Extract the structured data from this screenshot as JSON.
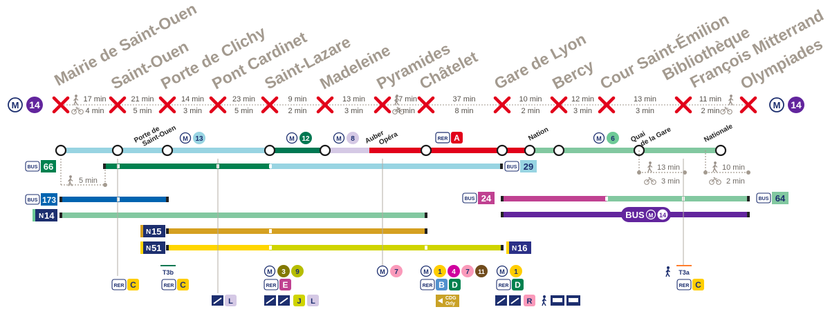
{
  "line": {
    "number": "14",
    "metro_letter": "M",
    "color": "#62259d",
    "closure_mark_color": "#e2001a"
  },
  "stations": [
    "Mairie de Saint-Ouen",
    "Saint-Ouen",
    "Porte de Clichy",
    "Pont Cardinet",
    "Saint-Lazare",
    "Madeleine",
    "Pyramides",
    "Châtelet",
    "Gare de Lyon",
    "Bercy",
    "Cour Saint-Émilion",
    "Bibliothèque François Mitterrand",
    "Olympiades"
  ],
  "travel_times": {
    "top": [
      "17 min",
      "21 min",
      "14 min",
      "23 min",
      "9 min",
      "13 min",
      "17 min",
      "37 min",
      "10 min",
      "12 min",
      "13 min",
      "11 min"
    ],
    "bottom": [
      "4 min",
      "5 min",
      "3 min",
      "5 min",
      "2 min",
      "3 min",
      "4 min",
      "8 min",
      "2 min",
      "3 min",
      "3 min",
      "2 min"
    ]
  },
  "connection_stations": {
    "porte_saint_ouen": "Porte de Saint-Ouen",
    "auber": "Auber",
    "opera": "Opéra",
    "nation": "Nation",
    "quai_gare": "Quai de la Gare",
    "nationale": "Nationale"
  },
  "connection_badges": {
    "m13": "13",
    "m12": "12",
    "m8": "8",
    "rer_a": "A",
    "m6": "6"
  },
  "walk_segments": {
    "left": "5 min",
    "quai_walk": "13 min",
    "quai_bike": "3 min",
    "nationale_walk": "10 min",
    "nationale_bike": "2 min"
  },
  "bus_routes": {
    "bus66": "66",
    "bus29": "29",
    "bus173": "173",
    "bus24": "24",
    "bus64": "64",
    "n14": "14",
    "n15": "15",
    "n51": "51",
    "n16": "16",
    "replacement_label": "BUS"
  },
  "bottom_connections": {
    "m7": "7",
    "m3": "3",
    "m9": "9",
    "m1_chatelet": "1",
    "m4": "4",
    "m7_chatelet": "7",
    "m11": "11",
    "m1_gdl": "1",
    "t3b": "T3b",
    "t3a": "T3a",
    "rer_c": "C",
    "rer_e": "E",
    "rer_b": "B",
    "rer_d": "D",
    "transilien_l": "L",
    "transilien_j": "J",
    "transilien_r": "R",
    "cdg": "CDG",
    "orly": "Orly"
  },
  "icon_labels": {
    "bus": "BUS",
    "rer": "RER",
    "n": "N"
  },
  "colors": {
    "station_text": "#a39a8f",
    "line1": "#ffcd00",
    "line3": "#837902",
    "line4": "#cf009e",
    "line6": "#6eca97",
    "line7": "#fa9aba",
    "line8": "#d5c9e5",
    "line9": "#b6bd00",
    "line11": "#704b1c",
    "line12": "#007852",
    "line13": "#98d4e2",
    "rer_a": "#e2001a",
    "rer_b": "#5291ce",
    "rer_c": "#ffce00",
    "rer_d": "#00814f",
    "rer_e": "#c04191",
    "bus66": "#00814f",
    "bus29": "#98d4e2",
    "bus173": "#0064b0",
    "bus24": "#c04191",
    "bus64": "#82c8a0",
    "n15": "#d5a021",
    "n51": "#ffd600",
    "n16": "#2b3087",
    "noctilien": "#1d2f6f"
  }
}
